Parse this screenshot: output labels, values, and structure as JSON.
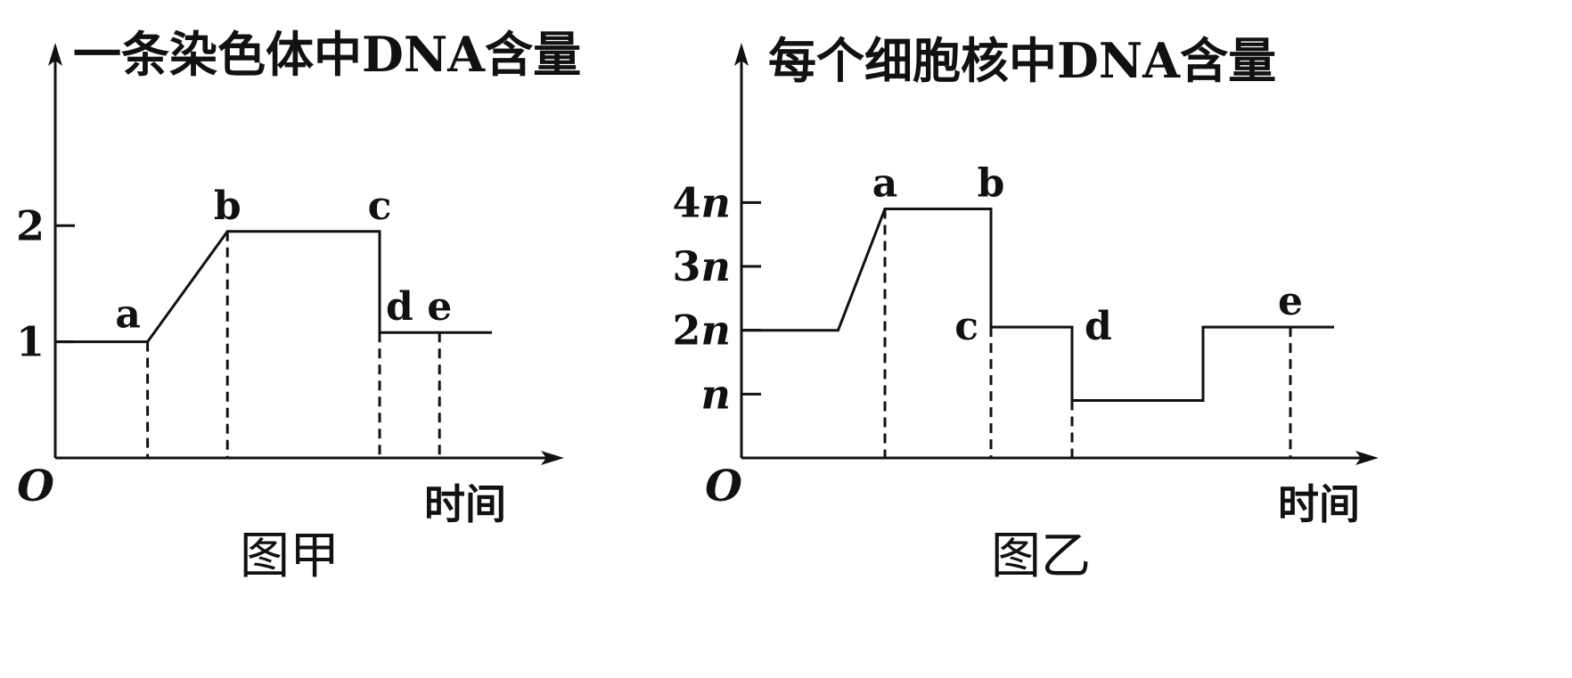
{
  "chart_data": [
    {
      "id": "jia",
      "type": "line",
      "title": "一条染色体中DNA含量",
      "caption": "图甲",
      "xlabel": "时间",
      "origin_label": "O",
      "y_ticks": [
        {
          "value": 1,
          "label": "1"
        },
        {
          "value": 2,
          "label": "2"
        }
      ],
      "x_domain": [
        0,
        10
      ],
      "y_domain": [
        0,
        2.8
      ],
      "series": [
        {
          "points": [
            {
              "x": 0,
              "y": 1
            },
            {
              "x": 1.85,
              "y": 1
            },
            {
              "x": 3.45,
              "y": 1.95
            },
            {
              "x": 6.5,
              "y": 1.95
            },
            {
              "x": 6.5,
              "y": 1.08
            },
            {
              "x": 8.75,
              "y": 1.08
            }
          ]
        }
      ],
      "dashed_drops": [
        {
          "x": 1.85,
          "y": 1
        },
        {
          "x": 3.45,
          "y": 1.95
        },
        {
          "x": 6.5,
          "y": 1.08
        },
        {
          "x": 7.7,
          "y": 1.08
        }
      ],
      "point_labels": [
        {
          "text": "a",
          "x": 1.85,
          "y": 1,
          "pos": "above-left"
        },
        {
          "text": "b",
          "x": 3.45,
          "y": 1.95,
          "pos": "above"
        },
        {
          "text": "c",
          "x": 6.5,
          "y": 1.95,
          "pos": "above"
        },
        {
          "text": "d",
          "x": 6.9,
          "y": 1.08,
          "pos": "above"
        },
        {
          "text": "e",
          "x": 7.7,
          "y": 1.08,
          "pos": "above"
        }
      ]
    },
    {
      "id": "yi",
      "type": "line",
      "title": "每个细胞核中DNA含量",
      "caption": "图乙",
      "xlabel": "时间",
      "origin_label": "O",
      "y_ticks": [
        {
          "value": 1,
          "coef": "",
          "var": "n"
        },
        {
          "value": 2,
          "coef": "2",
          "var": "n"
        },
        {
          "value": 3,
          "coef": "3",
          "var": "n"
        },
        {
          "value": 4,
          "coef": "4",
          "var": "n"
        }
      ],
      "x_domain": [
        0,
        10
      ],
      "y_domain": [
        0,
        6
      ],
      "series": [
        {
          "points": [
            {
              "x": 0,
              "y": 2
            },
            {
              "x": 1.55,
              "y": 2
            },
            {
              "x": 2.3,
              "y": 3.9
            },
            {
              "x": 4.0,
              "y": 3.9
            },
            {
              "x": 4.0,
              "y": 2.05
            },
            {
              "x": 5.3,
              "y": 2.05
            },
            {
              "x": 5.3,
              "y": 0.9
            },
            {
              "x": 7.4,
              "y": 0.9
            },
            {
              "x": 7.4,
              "y": 2.05
            },
            {
              "x": 9.5,
              "y": 2.05
            }
          ]
        }
      ],
      "dashed_drops": [
        {
          "x": 2.3,
          "y": 3.9
        },
        {
          "x": 4.0,
          "y": 2.05
        },
        {
          "x": 5.3,
          "y": 0.9
        },
        {
          "x": 8.8,
          "y": 2.05
        }
      ],
      "point_labels": [
        {
          "text": "a",
          "x": 2.3,
          "y": 3.9,
          "pos": "above"
        },
        {
          "text": "b",
          "x": 4.0,
          "y": 3.9,
          "pos": "above"
        },
        {
          "text": "c",
          "x": 4.0,
          "y": 2.05,
          "pos": "left"
        },
        {
          "text": "d",
          "x": 5.3,
          "y": 2.05,
          "pos": "right"
        },
        {
          "text": "e",
          "x": 8.8,
          "y": 2.05,
          "pos": "above"
        }
      ]
    }
  ]
}
